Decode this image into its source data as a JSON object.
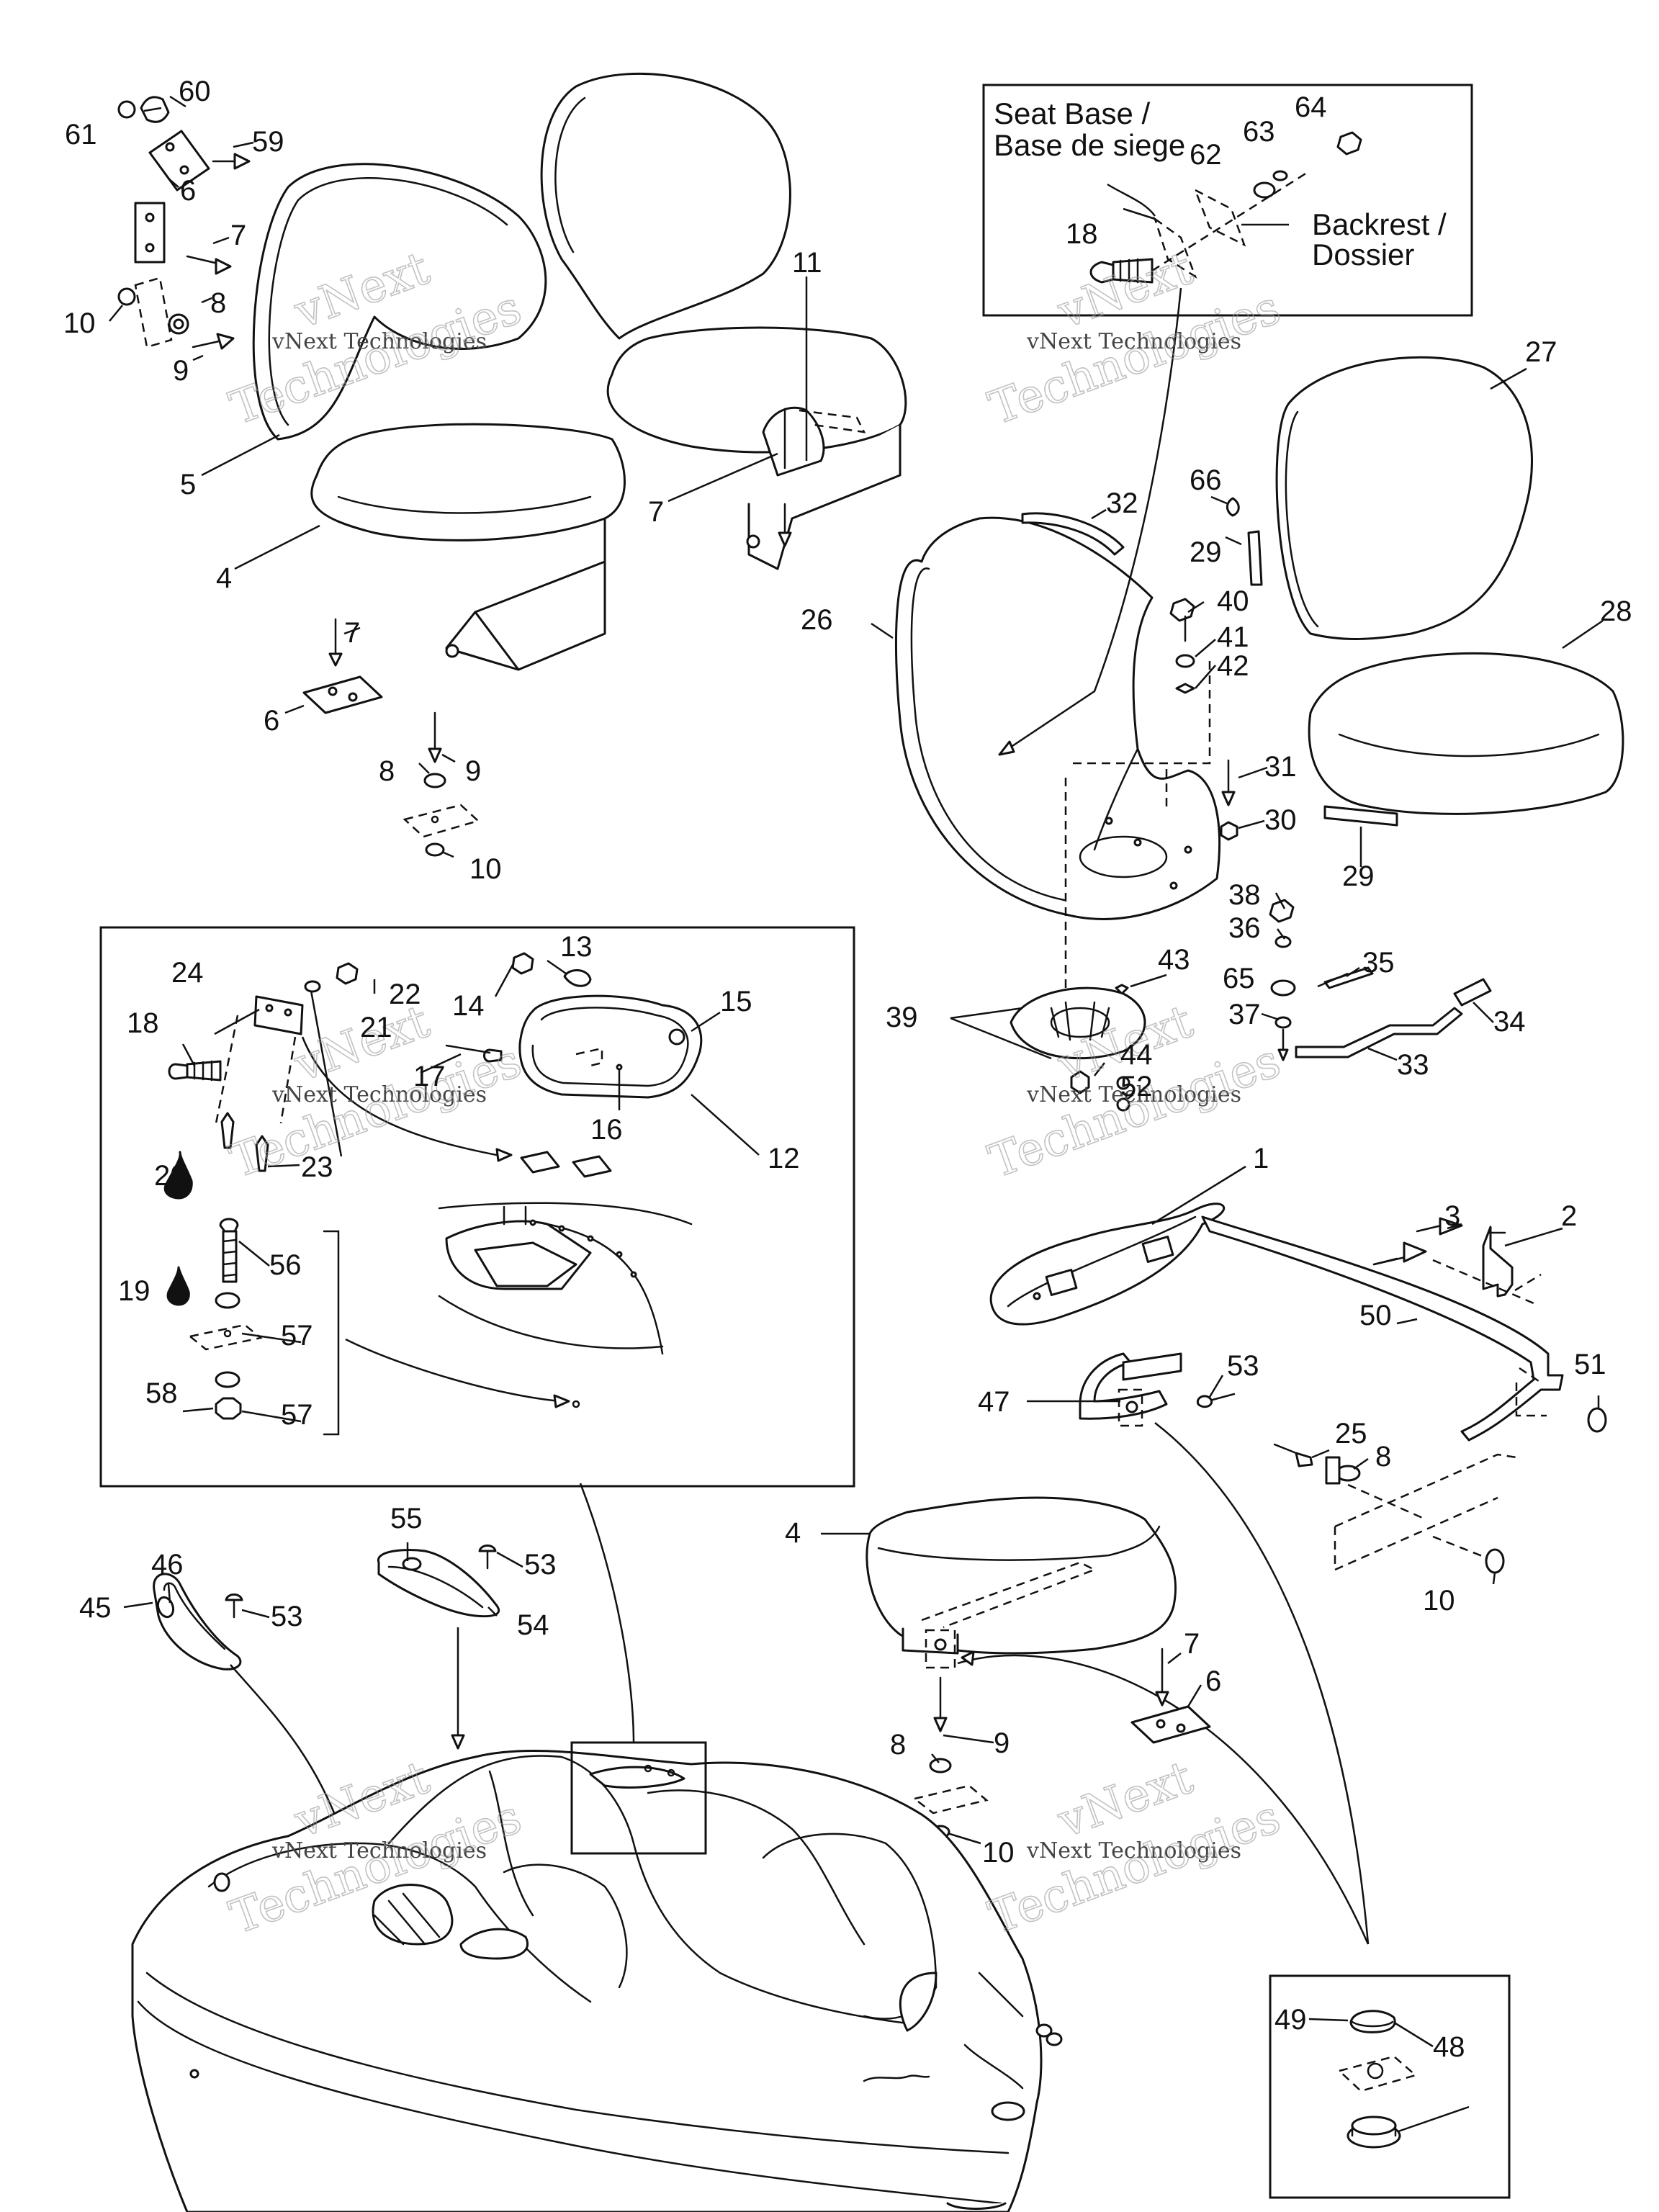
{
  "diagram": {
    "callouts": [
      "1",
      "2",
      "3",
      "4",
      "5",
      "6",
      "7",
      "8",
      "9",
      "10",
      "11",
      "12",
      "13",
      "14",
      "15",
      "16",
      "17",
      "18",
      "19",
      "20",
      "21",
      "22",
      "23",
      "24",
      "25",
      "26",
      "27",
      "28",
      "29",
      "30",
      "31",
      "32",
      "33",
      "34",
      "35",
      "36",
      "37",
      "38",
      "39",
      "40",
      "41",
      "42",
      "43",
      "44",
      "45",
      "46",
      "47",
      "48",
      "49",
      "50",
      "51",
      "52",
      "53",
      "54",
      "55",
      "56",
      "57",
      "58",
      "59",
      "60",
      "61",
      "62",
      "63",
      "64",
      "65",
      "66"
    ],
    "inset_note": {
      "seat_base_line1": "Seat Base /",
      "seat_base_line2": "Base de siege",
      "backrest_line1": "Backrest /",
      "backrest_line2": "Dossier"
    },
    "watermark": {
      "line1": "vNext Technologies",
      "big1": "vNext",
      "big2": "Technologies"
    }
  }
}
